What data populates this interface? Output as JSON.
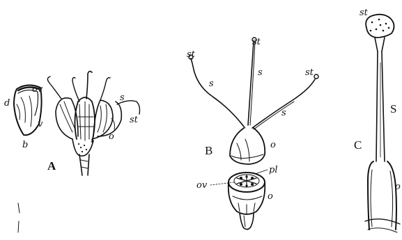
{
  "figures": [
    {
      "id": "A",
      "panel_label": "A",
      "labels": {
        "d": "d",
        "v": "v",
        "b": "b",
        "ov": "ov",
        "o": "o",
        "s": "s",
        "st": "st"
      }
    },
    {
      "id": "B",
      "panel_label": "B",
      "labels": {
        "st_left": "st",
        "st_top": "st",
        "st_right": "st",
        "s_left": "s",
        "s_mid": "s",
        "s_right": "s",
        "o_upper": "o",
        "pl": "pl",
        "ov": "ov",
        "o_lower": "o"
      }
    },
    {
      "id": "C",
      "panel_label": "C",
      "labels": {
        "st": "st",
        "S": "S",
        "o": "o"
      }
    }
  ],
  "colors": {
    "ink": "#111111",
    "paper": "#ffffff"
  }
}
